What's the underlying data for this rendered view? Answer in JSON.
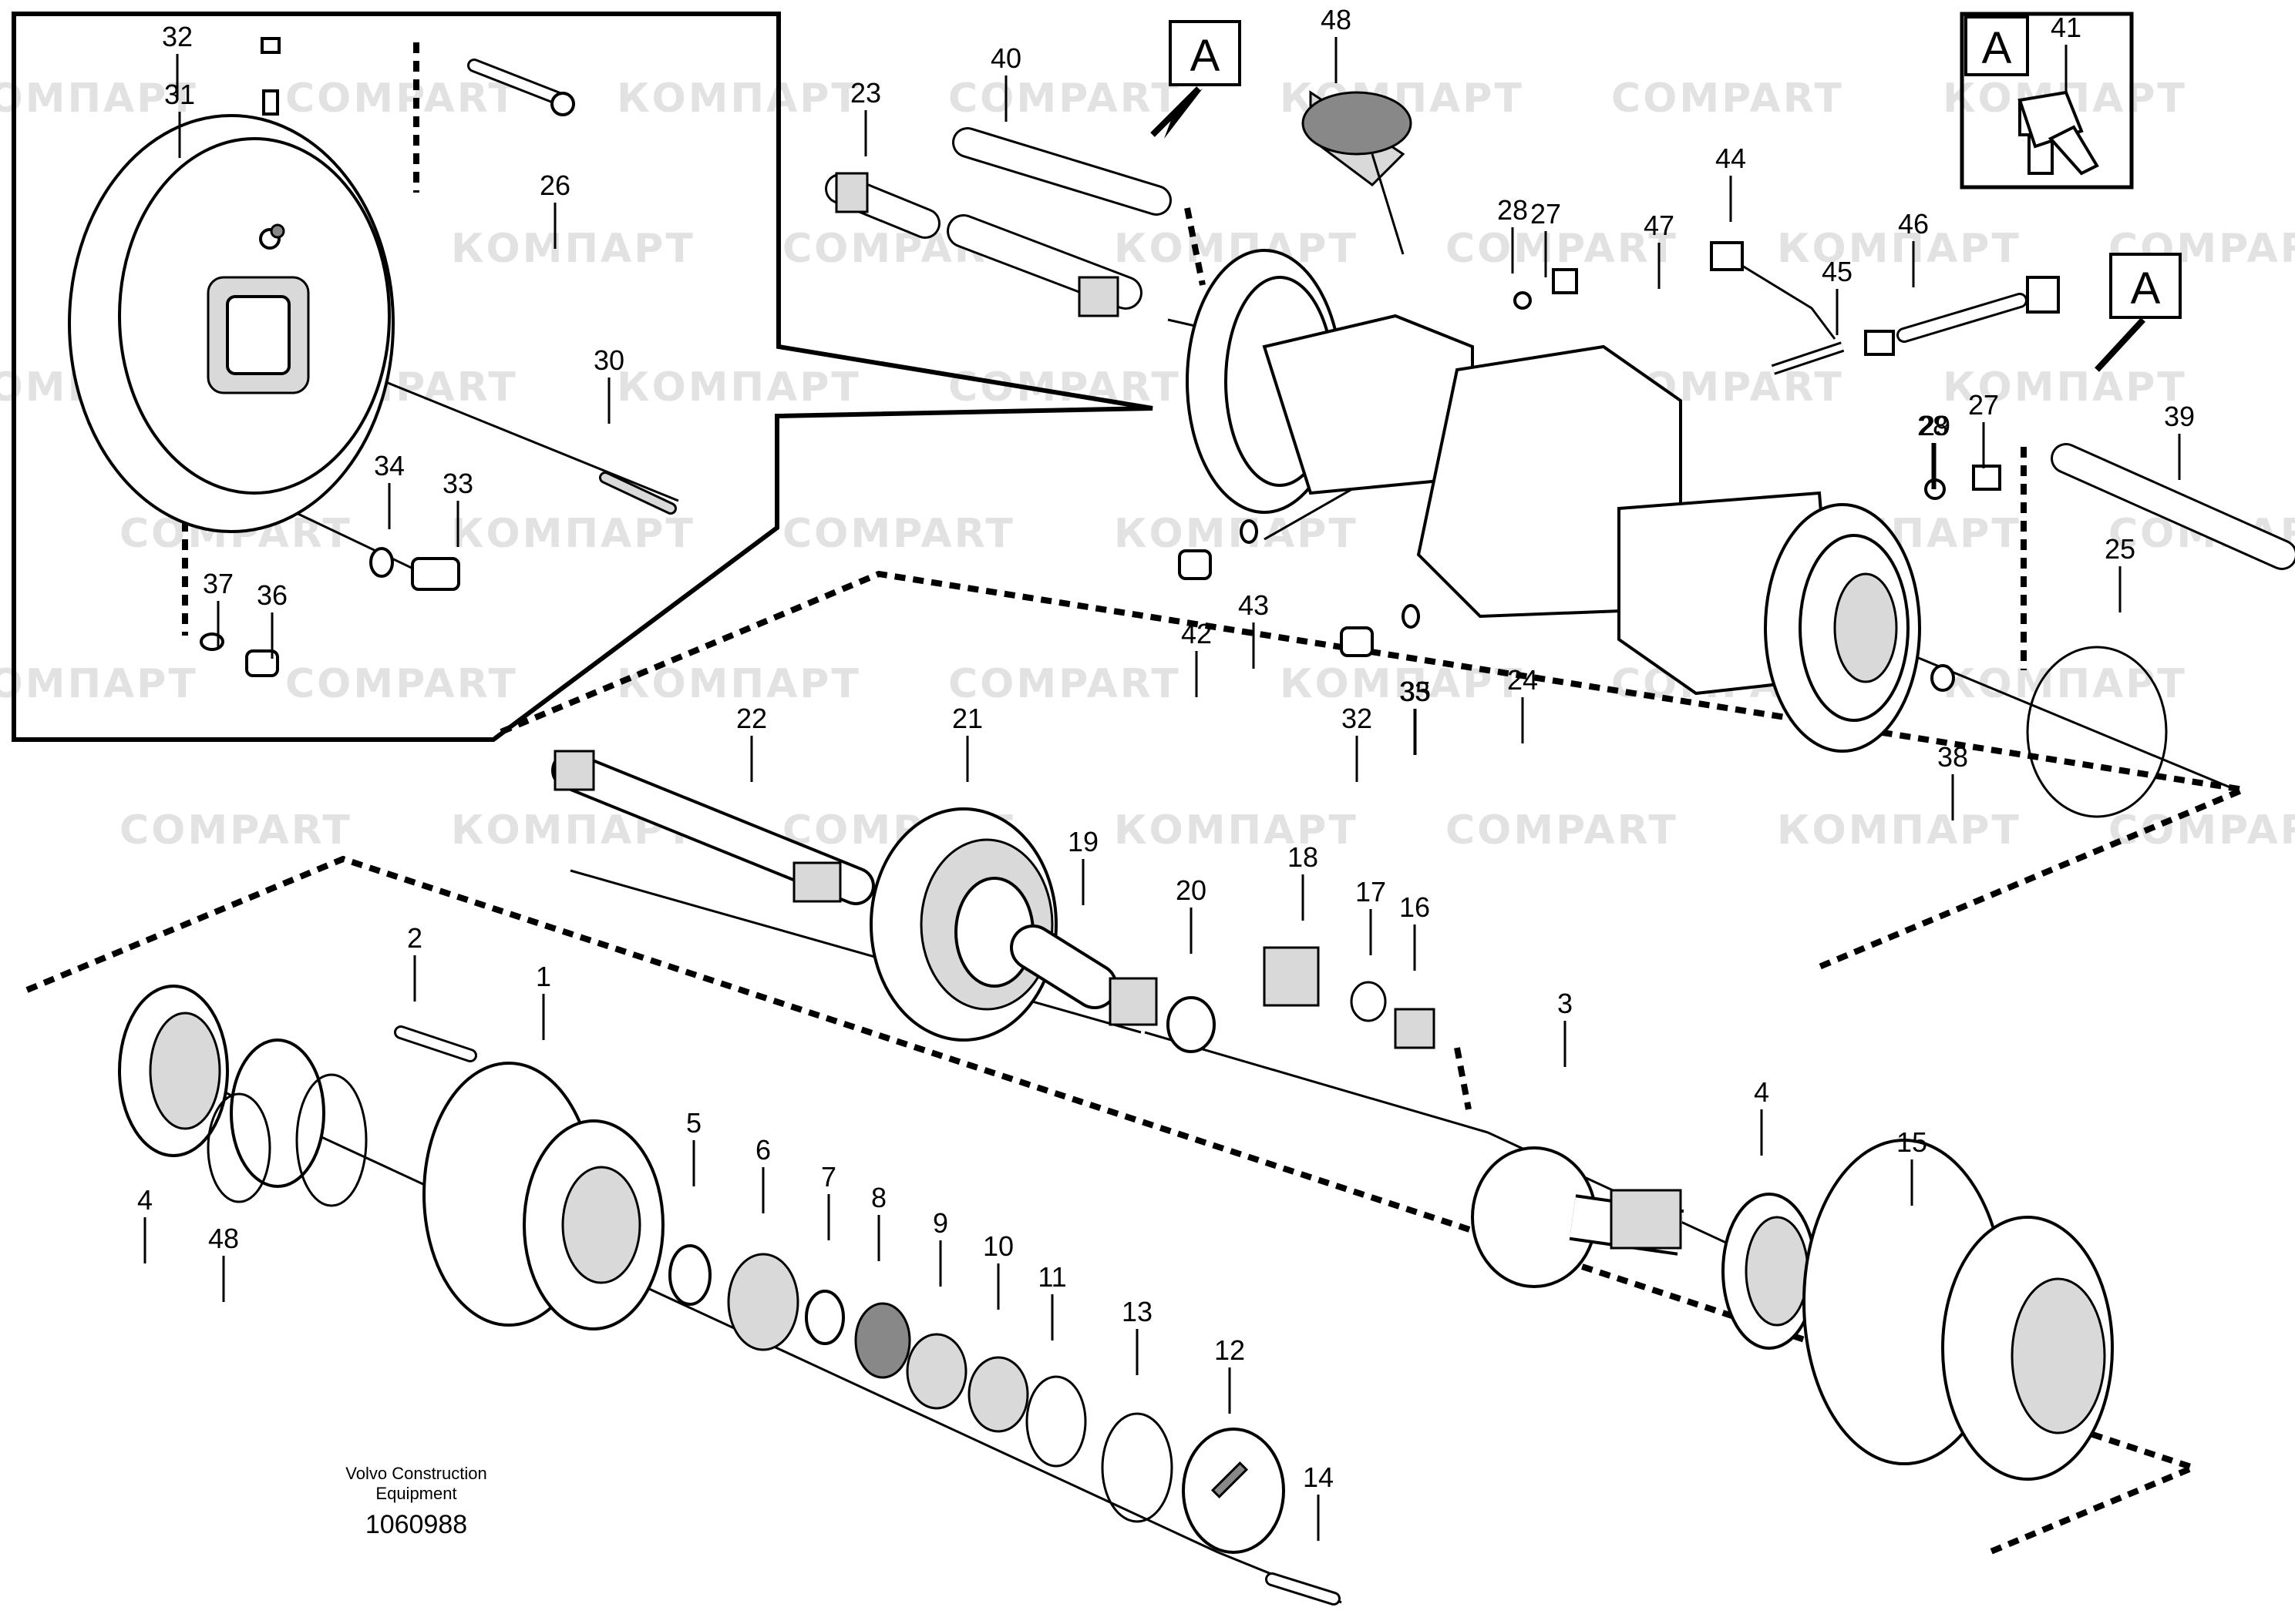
{
  "drawing": {
    "publisher_lines": [
      "Volvo Construction",
      "Equipment"
    ],
    "drawing_number": "1060988",
    "watermark_labels": [
      "КОМПАРТ",
      "COMPART"
    ],
    "view_marker_letter": "A",
    "callouts": [
      "1",
      "2",
      "3",
      "4",
      "4",
      "5",
      "6",
      "7",
      "8",
      "9",
      "10",
      "11",
      "12",
      "13",
      "14",
      "15",
      "16",
      "17",
      "18",
      "19",
      "20",
      "21",
      "22",
      "23",
      "24",
      "25",
      "26",
      "27",
      "27",
      "28",
      "28",
      "29",
      "30",
      "31",
      "32",
      "32",
      "33",
      "33",
      "34",
      "35",
      "36",
      "37",
      "38",
      "39",
      "40",
      "41",
      "42",
      "43",
      "44",
      "45",
      "46",
      "47",
      "48",
      "48"
    ]
  }
}
